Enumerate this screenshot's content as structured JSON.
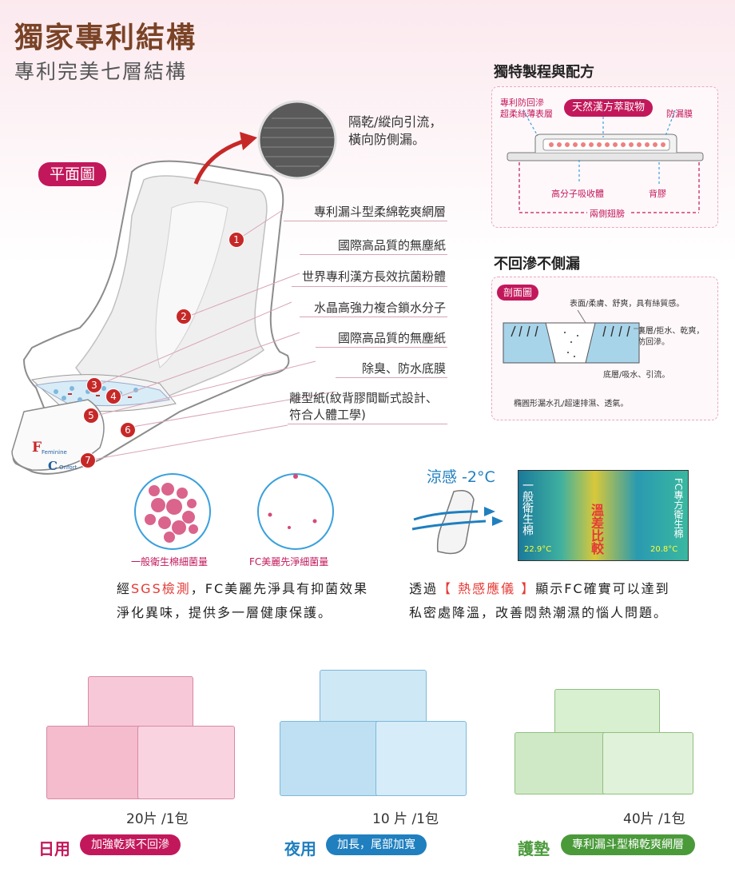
{
  "header": {
    "title": "獨家專利結構",
    "subtitle": "專利完美七層結構"
  },
  "plan": {
    "label": "平面圖",
    "top_note": [
      "隔乾/縱向引流，",
      "橫向防側漏。"
    ],
    "layers": [
      {
        "num": "1",
        "text": "專利漏斗型柔綿乾爽網層"
      },
      {
        "num": "2",
        "text": "國際高品質的無塵紙"
      },
      {
        "num": "3",
        "text": "世界專利漢方長效抗菌粉體"
      },
      {
        "num": "4",
        "text": "水晶高強力複合鎖水分子"
      },
      {
        "num": "5",
        "text": "國際高品質的無塵紙"
      },
      {
        "num": "6",
        "text": "除臭、防水底膜"
      },
      {
        "num": "7",
        "text": "離型紙(紋背膠間斷式設計、"
      }
    ],
    "layer7_line2": "符合人體工學)",
    "pad_logo": {
      "f": "F",
      "c": "C",
      "small": "Feminine",
      "small2": "Onfort"
    }
  },
  "process": {
    "heading": "獨特製程與配方",
    "label_topleft": [
      "專利防回滲",
      "超柔絲薄表層"
    ],
    "label_center": "天然漢方萃取物",
    "label_right": "防漏膜",
    "label_absorb": "高分子吸收體",
    "label_glue": "背膠",
    "label_wings": "兩側翅膀"
  },
  "noleak": {
    "heading": "不回滲不側漏",
    "badge": "剖面圖",
    "note_top": "表面/柔膚、舒爽，具有絲質感。",
    "note_mid": [
      "裏層/拒水、乾爽，",
      "防回滲。"
    ],
    "note_low": "底層/吸水、引流。",
    "note_bottom": "橢圓形漏水孔/超速排濕、透氣。"
  },
  "bacteria": {
    "cap_left": "一般衛生棉細菌量",
    "cap_right": "FC美麗先淨細菌量",
    "text_pre": "經",
    "text_red": "SGS檢測",
    "text_post": "，FC美麗先淨具有抑菌效果",
    "text_line2": "淨化異味，提供多一層健康保護。"
  },
  "cooling": {
    "label": "涼感 -2°C",
    "thermal_left_v": "一般衛生棉",
    "thermal_right_v": "FC專方衛生棉",
    "thermal_center": "溫差比較",
    "temp_left": "22.9°C",
    "temp_right": "20.8°C",
    "text_pre": "透過",
    "text_red": "【 熱感應儀 】",
    "text_post": "顯示FC確實可以達到",
    "text_line2": "私密處降溫，改善悶熱潮濕的惱人問題。"
  },
  "products": [
    {
      "count": "20片 /1包",
      "cat": "日用",
      "tag": "加強乾爽不回滲",
      "color": "#c2185b"
    },
    {
      "count": "10 片 /1包",
      "cat": "夜用",
      "tag": "加長，尾部加寬",
      "color": "#1f7fbf"
    },
    {
      "count": "40片 /1包",
      "cat": "護墊",
      "tag": "專利漏斗型棉乾爽網層",
      "color": "#4a9a3a"
    }
  ]
}
